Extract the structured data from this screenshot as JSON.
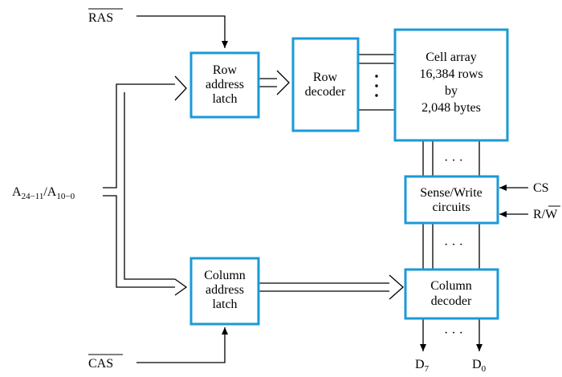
{
  "signals": {
    "ras": "RAS",
    "cas": "CAS",
    "address": {
      "main": "A",
      "sub1": "24−11",
      "sep": "/A",
      "sub2": "10−0"
    },
    "cs": "CS",
    "rw": {
      "r": "R/",
      "w": "W"
    },
    "d7": {
      "main": "D",
      "sub": "7"
    },
    "d0": {
      "main": "D",
      "sub": "0"
    }
  },
  "blocks": {
    "row_latch": [
      "Row",
      "address",
      "latch"
    ],
    "row_decoder": [
      "Row",
      "decoder"
    ],
    "cell_array": [
      "Cell array",
      "16,384 rows",
      "by",
      "2,048 bytes"
    ],
    "sense_write": [
      "Sense/Write",
      "circuits"
    ],
    "col_latch": [
      "Column",
      "address",
      "latch"
    ],
    "col_decoder": [
      "Column",
      "decoder"
    ]
  },
  "ellipsis": "· · ·"
}
